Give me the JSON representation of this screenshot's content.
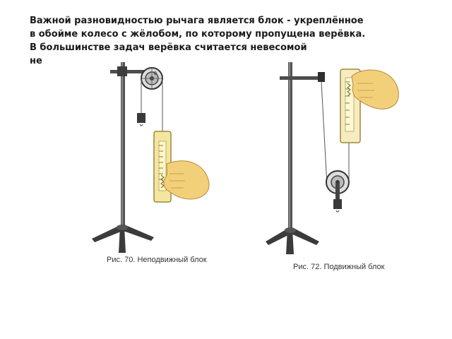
{
  "text": {
    "line1": "Важной разновидностью рычага является блок - укреплённое",
    "line2": "в обойме колесо с жёлобом, по которому пропущена верёвка.",
    "line3": "В большинстве задач верёвка считается невесомой",
    "line4": "не"
  },
  "figures": {
    "fixed_pulley_caption": "Рис. 70. Неподвижный блок",
    "movable_pulley_caption": "Рис. 72. Подвижный блок"
  },
  "colors": {
    "text": "#1a1a1a",
    "metal": "#4a4a4a",
    "dynamometer": "#f3e6a0",
    "skin": "#f2d07a"
  }
}
